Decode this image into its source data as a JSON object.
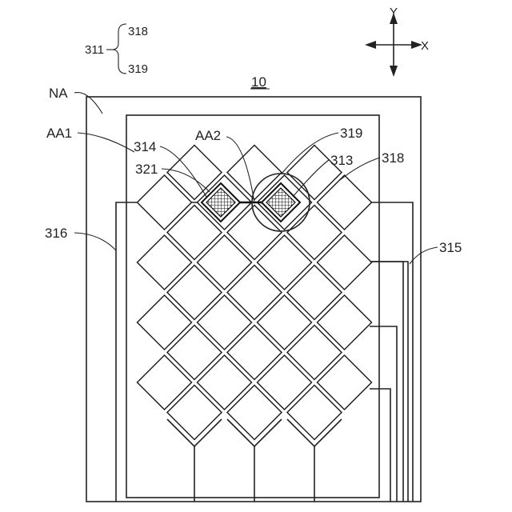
{
  "axes": {
    "x_label": "X",
    "y_label": "Y"
  },
  "legend_group": {
    "parent": "311",
    "child_top": "318",
    "child_bottom": "319"
  },
  "figure_number": "10",
  "labels": {
    "na": "NA",
    "aa1": "AA1",
    "aa2": "AA2",
    "l314": "314",
    "l321": "321",
    "l319": "319",
    "l313": "313",
    "l318": "318",
    "l316": "316",
    "l315": "315"
  }
}
